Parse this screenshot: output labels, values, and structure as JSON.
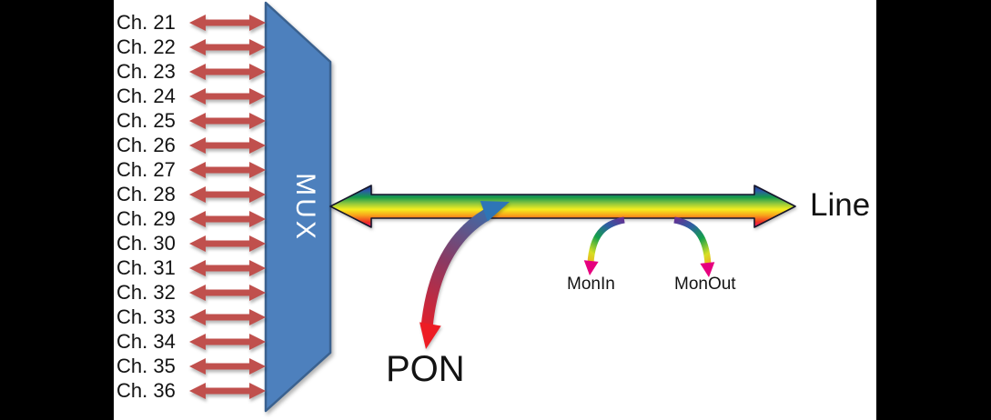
{
  "slide": {
    "background": "#ffffff",
    "frame_background": "#000000"
  },
  "mux": {
    "label": "MUX",
    "fill": "#4d80bd",
    "stroke": "#3a618f",
    "text_color": "#ffffff"
  },
  "channels": [
    "Ch. 21",
    "Ch. 22",
    "Ch. 23",
    "Ch. 24",
    "Ch. 25",
    "Ch. 26",
    "Ch. 27",
    "Ch. 28",
    "Ch. 29",
    "Ch. 30",
    "Ch. 31",
    "Ch. 32",
    "Ch. 33",
    "Ch. 34",
    "Ch. 35",
    "Ch. 36"
  ],
  "channel_arrows": {
    "color": "#c0504d",
    "direction": "bidirectional"
  },
  "line_bus": {
    "label": "Line",
    "type": "bidirectional-rainbow-arrow",
    "spectrum": [
      "#1b2f7e",
      "#2c5aa8",
      "#159a4a",
      "#8cc63e",
      "#f5ee1e",
      "#f9a01b",
      "#ee3124",
      "#ec0c8c"
    ]
  },
  "pon": {
    "label": "PON",
    "gradient": [
      "#ed1c24",
      "#8a3a63",
      "#2e75b6"
    ],
    "top_arrowhead_color": "#2e75b6",
    "bottom_arrowhead_color": "#ed1c24"
  },
  "monitors": {
    "mon_in": "MonIn",
    "mon_out": "MonOut",
    "spectrum": [
      "#6a2c91",
      "#2e5fa3",
      "#14a04b",
      "#d7df23",
      "#f7941e"
    ],
    "arrowhead_color": "#e6007e"
  }
}
